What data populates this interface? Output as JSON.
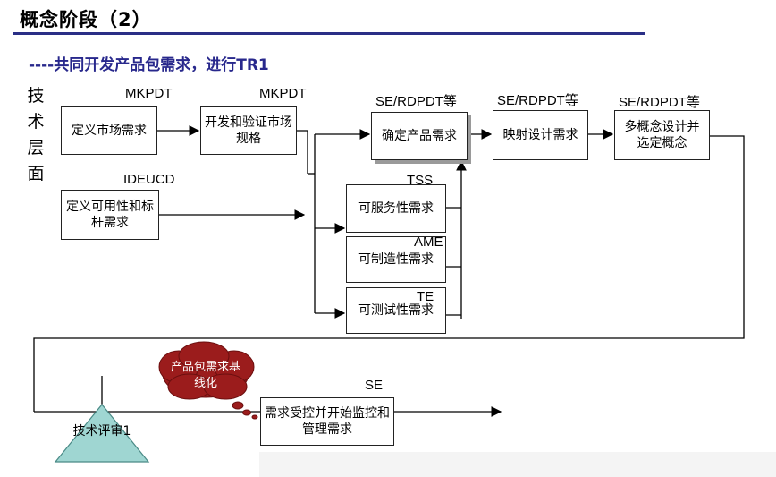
{
  "title": "概念阶段（2）",
  "subtitle": "----共同开发产品包需求，进行TR1",
  "side_label": "技术层面",
  "boxes": {
    "market_req": "定义市场需求",
    "dev_verify": "开发和验证市场规格",
    "availability": "定义可用性和标杆需求",
    "confirm_req": "确定产品需求",
    "mapping": "映射设计需求",
    "multi_concept": "多概念设计并选定概念",
    "serviceability": "可服务性需求",
    "manufacturability": "可制造性需求",
    "testability": "可测试性需求",
    "controlled": "需求受控并开始监控和管理需求"
  },
  "labels": {
    "mkpdt_1": "MKPDT",
    "mkpdt_2": "MKPDT",
    "ideucd": "IDEUCD",
    "se_rdpdt_1": "SE/RDPDT等",
    "se_rdpdt_2": "SE/RDPDT等",
    "se_rdpdt_3": "SE/RDPDT等",
    "tss": "TSS",
    "ame": "AME",
    "te": "TE",
    "se": "SE"
  },
  "cloud": "产品包需求基线化",
  "review": "技术评审1",
  "colors": {
    "title_rule": "#2a2f86",
    "subtitle": "#28288c",
    "cloud": "#9b1c1c",
    "triangle": "#9fd6d2"
  }
}
